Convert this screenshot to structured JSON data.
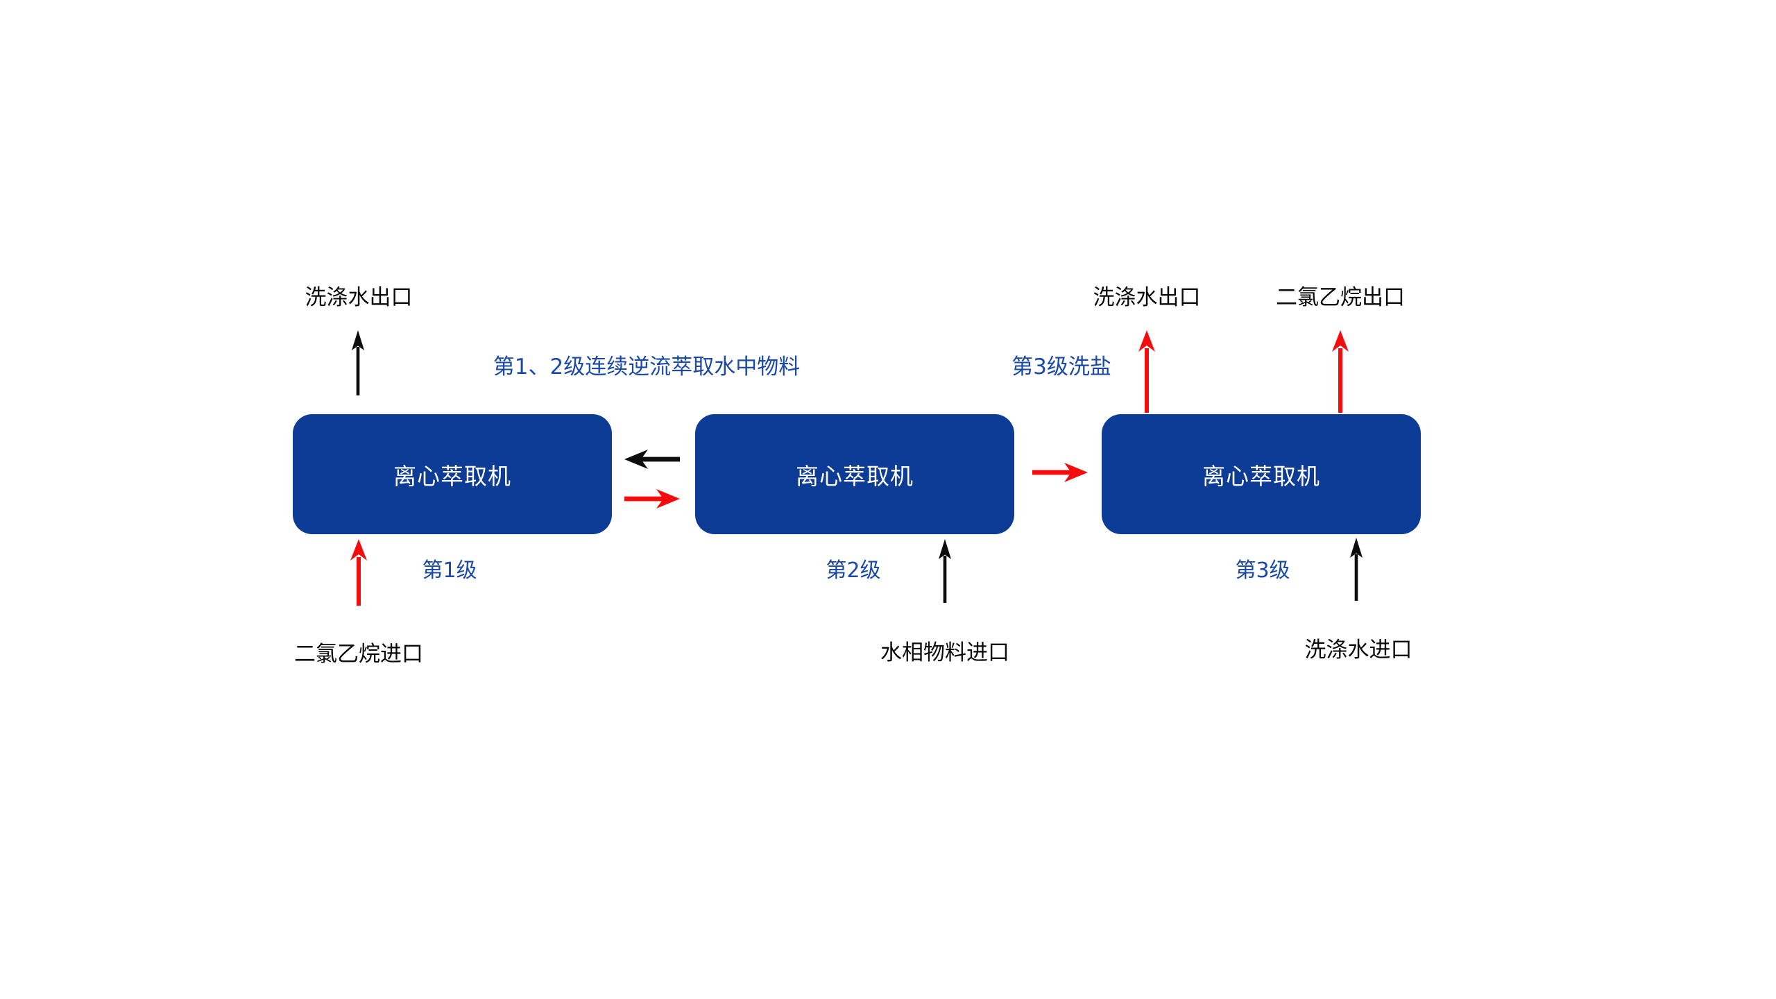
{
  "diagram": {
    "boxes": [
      {
        "label": "离心萃取机"
      },
      {
        "label": "离心萃取机"
      },
      {
        "label": "离心萃取机"
      }
    ],
    "stage_labels": [
      "第1级",
      "第2级",
      "第3级"
    ],
    "io_labels": {
      "stage1_top_outlet": "洗涤水出口",
      "stage1_bottom_inlet": "二氯乙烷进口",
      "stage2_bottom_inlet": "水相物料进口",
      "stage3_top_outlet_left": "洗涤水出口",
      "stage3_top_outlet_right": "二氯乙烷出口",
      "stage3_bottom_inlet": "洗涤水进口"
    },
    "process_labels": {
      "stage12_countercurrent": "第1、2级连续逆流萃取水中物料",
      "stage3_salt_wash": "第3级洗盐"
    },
    "arrows": [
      {
        "name": "stage1-wash-water-outlet-arrow",
        "direction": "up",
        "color": "black"
      },
      {
        "name": "stage1-dce-inlet-arrow",
        "direction": "up",
        "color": "red"
      },
      {
        "name": "stage2-to-stage1-aqueous-arrow",
        "direction": "left",
        "color": "black"
      },
      {
        "name": "stage1-to-stage2-organic-arrow",
        "direction": "right",
        "color": "red"
      },
      {
        "name": "stage2-to-stage3-organic-arrow",
        "direction": "right",
        "color": "red"
      },
      {
        "name": "stage2-aqueous-feed-inlet-arrow",
        "direction": "up",
        "color": "black"
      },
      {
        "name": "stage3-wash-water-outlet-arrow",
        "direction": "up",
        "color": "red"
      },
      {
        "name": "stage3-dce-outlet-arrow",
        "direction": "up",
        "color": "red"
      },
      {
        "name": "stage3-wash-water-inlet-arrow",
        "direction": "up",
        "color": "black"
      }
    ]
  },
  "colors": {
    "background": "#ffffff",
    "box_fill": "#0d3c96",
    "box_text": "#ffffff",
    "blue_label": "#1a49a8",
    "black_label": "#0a0a0a",
    "red_arrow": "#f50d0d",
    "black_arrow": "#0d0d0d"
  }
}
